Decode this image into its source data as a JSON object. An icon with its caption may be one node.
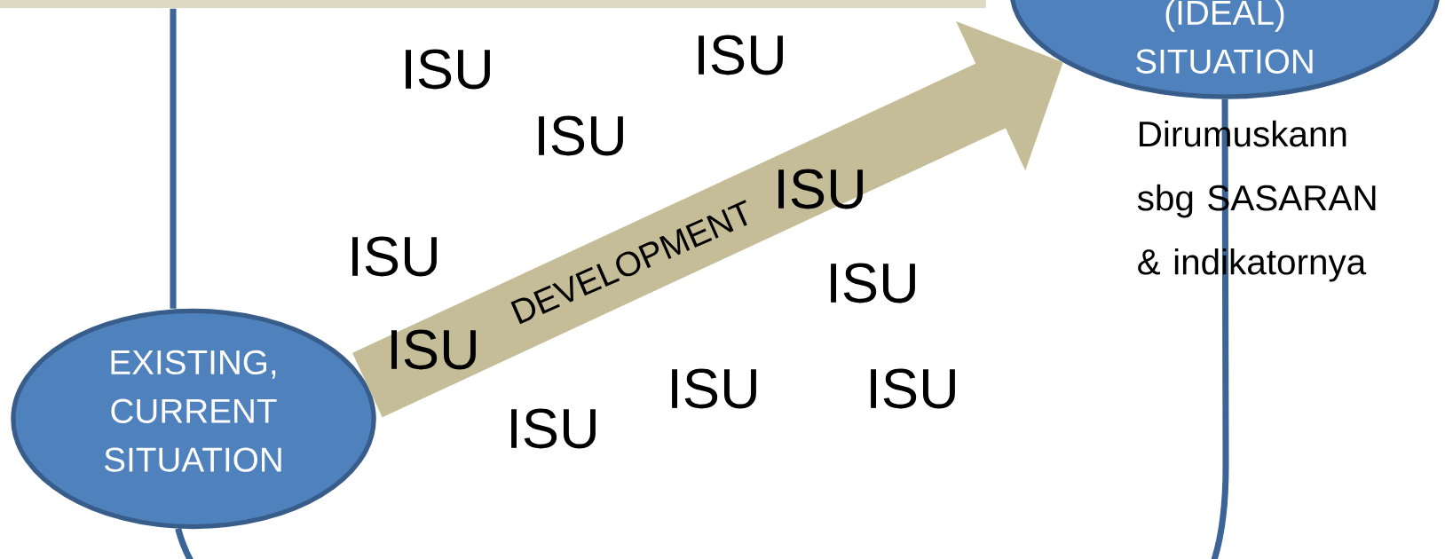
{
  "diagram": {
    "nodes": [
      {
        "text": [],
        "shape": "bar"
      },
      {
        "text": [
          "EXISTING, CURRENT SITUATION"
        ]
      },
      {
        "text": [
          "(IDEAL) SITUATION"
        ],
        "beside": [
          "Dirumuskann sbg SASARAN & indikatornya"
        ]
      }
    ],
    "edges": [
      {
        "from": 0,
        "to": 1,
        "arrow": "none"
      },
      {
        "from": 1,
        "to": 2,
        "arrow": "to",
        "label": "DEVELOPMENT",
        "style": "thick",
        "color": "#c4bd97"
      },
      {
        "from": 1,
        "to": 2,
        "arrow": "none"
      }
    ],
    "labels": [
      "ISU",
      "ISU",
      "ISU",
      "ISU",
      "ISU",
      "ISU",
      "ISU",
      "ISU",
      "ISU",
      "ISU"
    ]
  }
}
